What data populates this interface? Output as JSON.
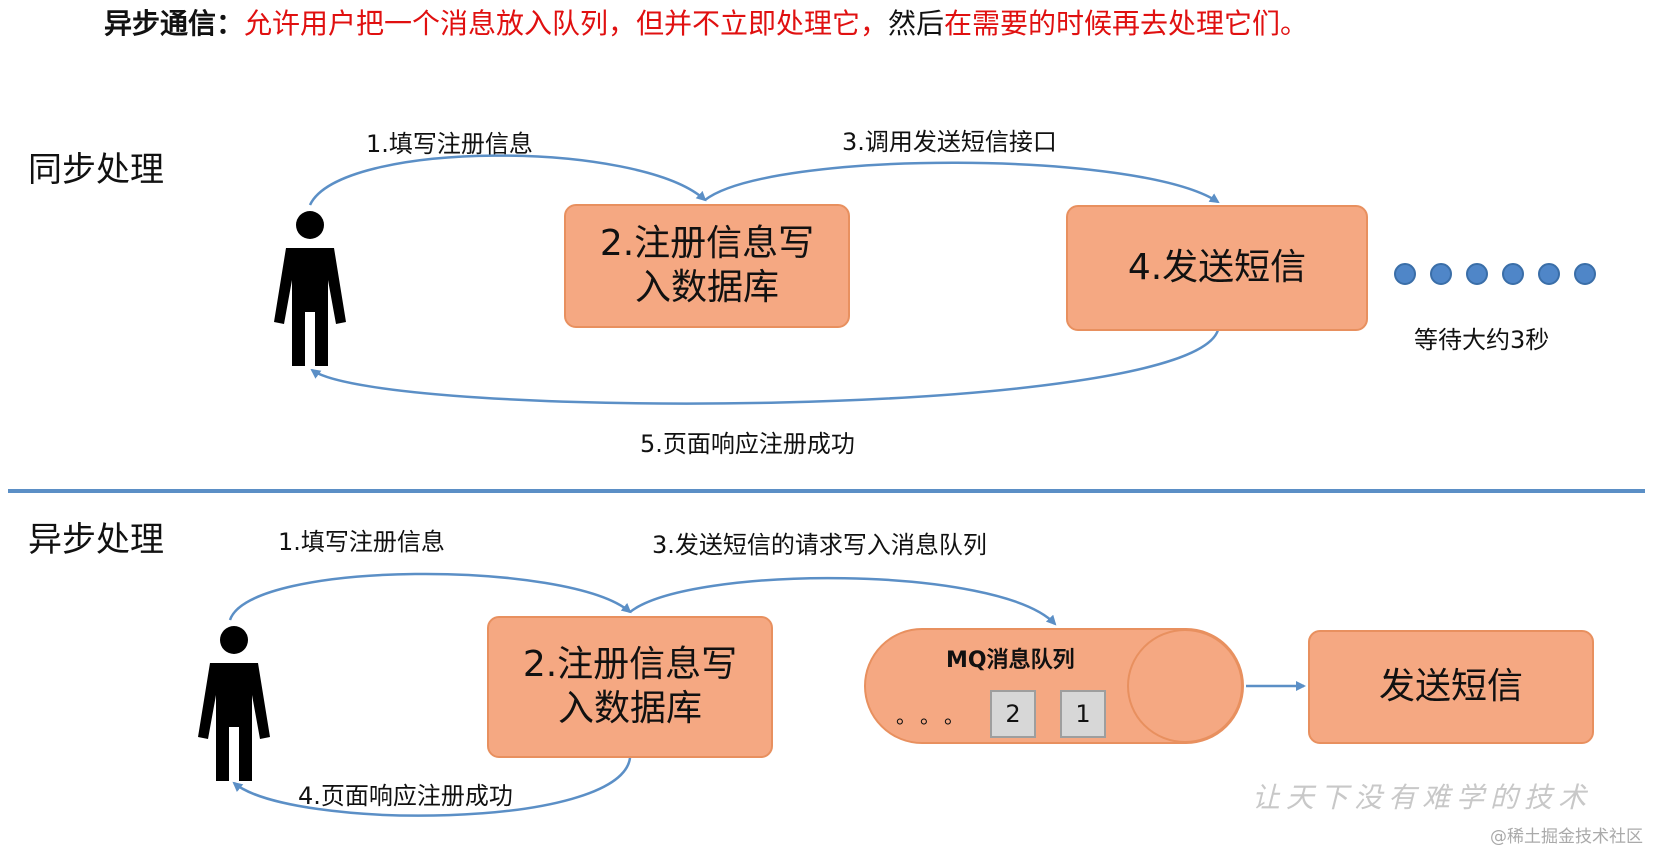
{
  "heading": {
    "lead": "异步通信：",
    "part1": "允许用户把一个消息放入队列，但并不立即处理它，",
    "part2": "然后",
    "part3": "在需要的时候再去处理它们。"
  },
  "sync": {
    "title": "同步处理",
    "step1": "1.填写注册信息",
    "box2": "2.注册信息写入数据库",
    "step3": "3.调用发送短信接口",
    "box4": "4.发送短信",
    "wait": "等待大约3秒",
    "step5": "5.页面响应注册成功",
    "wait_dots": 6
  },
  "async": {
    "title": "异步处理",
    "step1": "1.填写注册信息",
    "box2": "2.注册信息写入数据库",
    "step3": "3.发送短信的请求写入消息队列",
    "queue_title": "MQ消息队列",
    "queue_ellipsis": "。。。",
    "queue_items": [
      "2",
      "1"
    ],
    "box_send": "发送短信",
    "step4": "4.页面响应注册成功"
  },
  "watermark": "让天下没有难学的技术",
  "site": "@稀土掘金技术社区",
  "colors": {
    "box_fill": "#f5a882",
    "box_border": "#e8905f",
    "arrow": "#5b8fc6",
    "dot": "#4f86c8",
    "highlight": "#e01010"
  }
}
